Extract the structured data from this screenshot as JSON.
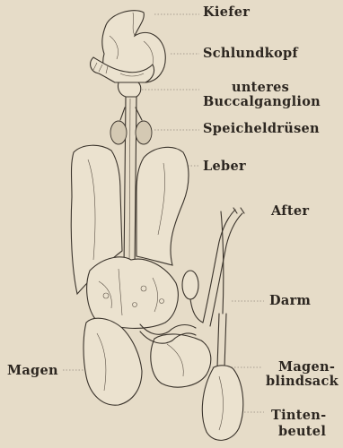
{
  "labels": {
    "kiefer": "Kiefer",
    "schlundkopf": "Schlundkopf",
    "buccal_1": "unteres",
    "buccal_2": "Buccalganglion",
    "speicheldruesen": "Speicheldrüsen",
    "leber": "Leber",
    "after": "After",
    "darm": "Darm",
    "magen": "Magen",
    "magenblindsack_1": "Magen-",
    "magenblindsack_2": "blindsack",
    "tintenbeutel_1": "Tinten-",
    "tintenbeutel_2": "beutel"
  },
  "colors": {
    "paper": "#e6dcc8",
    "ink": "#3a332b"
  }
}
